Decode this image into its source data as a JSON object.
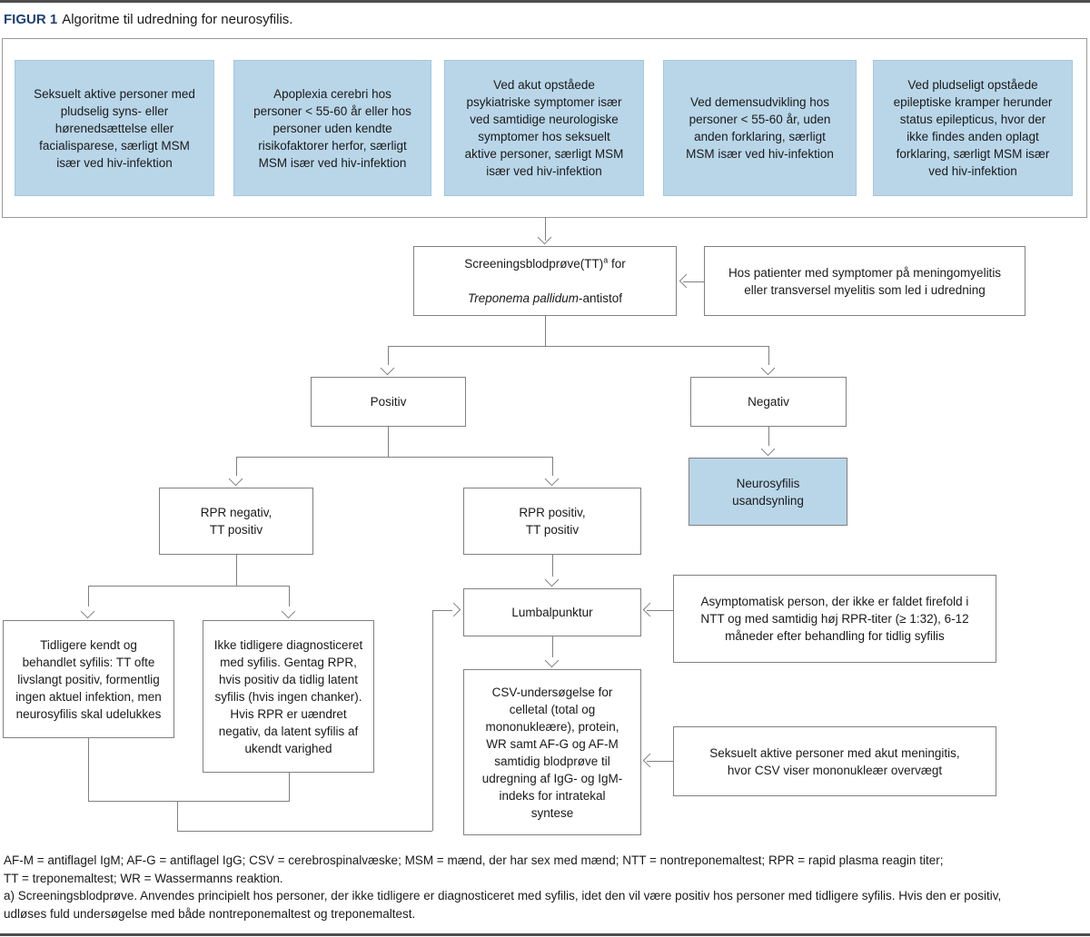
{
  "colors": {
    "accent_navy": "#1e4174",
    "entry_box_blue": "#b9d6e9",
    "line_gray": "#808080"
  },
  "title": {
    "label": "FIGUR 1",
    "text": "Algoritme til udredning for neurosyfilis."
  },
  "entry_boxes": [
    {
      "lines": [
        "Seksuelt aktive personer med",
        "pludselig syns- eller",
        "hørenedsættelse eller",
        "facialisparese, særligt MSM",
        "især ved hiv-infektion"
      ]
    },
    {
      "lines": [
        "Apoplexia cerebri hos",
        "personer < 55-60 år eller hos",
        "personer uden kendte",
        "risikofaktorer herfor, særligt",
        "MSM især ved hiv-infektion"
      ]
    },
    {
      "lines": [
        "Ved akut opståede",
        "psykiatriske symptomer især",
        "ved samtidige neurologiske",
        "symptomer hos seksuelt",
        "aktive personer, særligt MSM",
        "især ved hiv-infektion"
      ]
    },
    {
      "lines": [
        "Ved demensudvikling hos",
        "personer < 55-60 år, uden",
        "anden forklaring, særligt",
        "MSM især ved hiv-infektion"
      ]
    },
    {
      "lines": [
        "Ved pludseligt opståede",
        "epileptiske kramper herunder",
        "status epilepticus, hvor der",
        "ikke findes anden oplagt",
        "forklaring, særligt MSM især",
        "ved hiv-infektion"
      ]
    }
  ],
  "flow": {
    "screening": {
      "line1_pre": "Screeningsblodprøve(TT)",
      "sup": "a",
      "line1_post": " for",
      "line2_italic": "Treponema pallidum",
      "line2_post": "-antistof"
    },
    "meningomyelitis_note": {
      "lines": [
        "Hos patienter med symptomer på meningomyelitis",
        "eller transversel myelitis som led i udredning"
      ]
    },
    "positiv": "Positiv",
    "negativ": "Negativ",
    "neurosyfilis_unlikely": {
      "lines": [
        "Neurosyfilis",
        "usandsynling"
      ]
    },
    "rpr_negativ": {
      "lines": [
        "RPR negativ,",
        "TT positiv"
      ]
    },
    "rpr_positiv": {
      "lines": [
        "RPR positiv,",
        "TT positiv"
      ]
    },
    "tidligere_kendt": {
      "lines": [
        "Tidligere kendt og",
        "behandlet syfilis: TT ofte",
        "livslangt positiv, formentlig",
        "ingen aktuel infektion, men",
        "neurosyfilis skal udelukkes"
      ]
    },
    "ikke_tidligere": {
      "lines": [
        "Ikke tidligere diagnosticeret",
        "med syfilis. Gentag RPR,",
        "hvis positiv da tidlig latent",
        "syfilis (hvis ingen chanker).",
        "Hvis RPR er uændret",
        "negativ, da latent syfilis af",
        "ukendt varighed"
      ]
    },
    "lumbalpunktur": "Lumbalpunktur",
    "asymptomatisk_note": {
      "lines": [
        "Asymptomatisk person, der ikke er faldet firefold i",
        "NTT og med samtidig høj RPR-titer (≥ 1:32), 6-12",
        "måneder efter behandling for tidlig syfilis"
      ]
    },
    "csv": {
      "lines": [
        "CSV-undersøgelse for",
        "celletal (total og",
        "mononukleære), protein,",
        "WR samt AF-G og AF-M",
        "samtidig blodprøve til",
        "udregning af IgG- og IgM-",
        "indeks for intratekal",
        "syntese"
      ]
    },
    "meningitis_note": {
      "lines": [
        "Seksuelt aktive personer med akut meningitis,",
        "hvor CSV viser mononukleær overvægt"
      ]
    }
  },
  "footnotes": {
    "lines": [
      "AF-M = antiflagel IgM; AF-G = antiflagel IgG; CSV = cerebrospinalvæske; MSM = mænd, der har sex med mænd; NTT = nontreponemaltest; RPR = rapid plasma reagin titer;",
      "TT = treponemaltest; WR = Wassermanns reaktion.",
      "a) Screeningsblodprøve. Anvendes principielt hos personer, der ikke tidligere er diagnosticeret med syfilis, idet den vil være positiv hos personer med tidligere syfilis. Hvis den er positiv,",
      "udløses fuld undersøgelse med både nontreponemaltest og treponemaltest."
    ]
  }
}
